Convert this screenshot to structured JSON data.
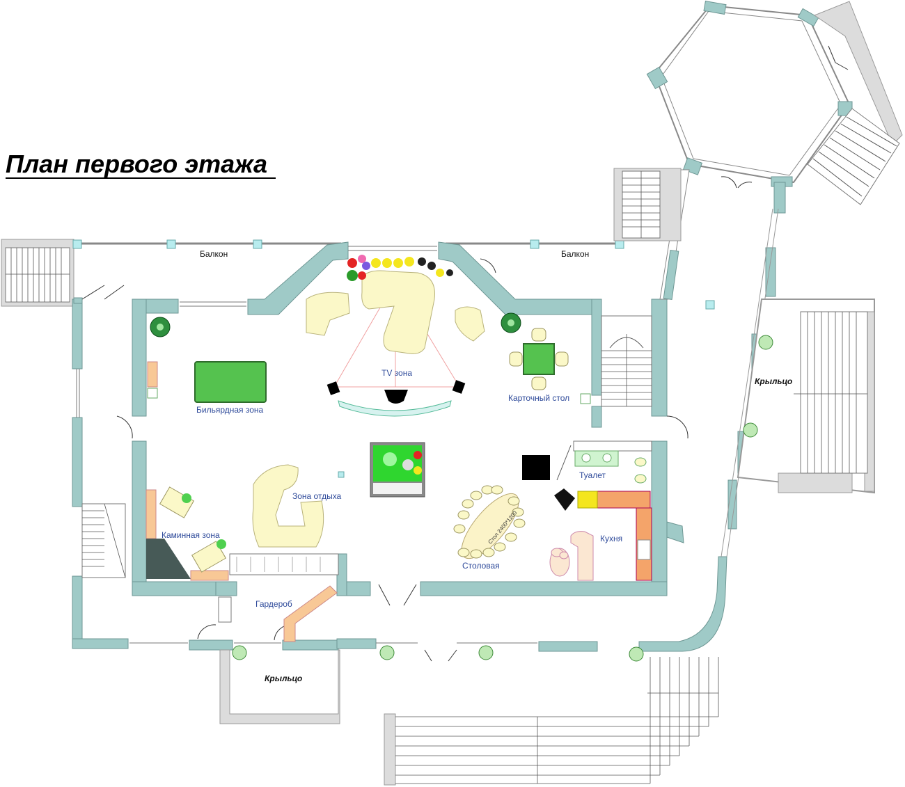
{
  "title": "План первого этажа",
  "labels": {
    "balcony_left": "Балкон",
    "balcony_right": "Балкон",
    "tv_zone": "TV зона",
    "billiard_zone": "Бильярдная зона",
    "card_table": "Карточный стол",
    "porch_right": "Крыльцо",
    "toilet": "Туалет",
    "rest_zone": "Зона отдыха",
    "fireplace_zone": "Каминная зона",
    "kitchen": "Кухня",
    "dining": "Столовая",
    "table_size": "Стол 2400*1200",
    "wardrobe": "Гардероб",
    "porch_bottom": "Крыльцо"
  },
  "colors": {
    "wall": "#9fcac7",
    "furniture": "#fbf8c8",
    "table_green": "#55c24f",
    "text_room": "#2e4a9a"
  }
}
